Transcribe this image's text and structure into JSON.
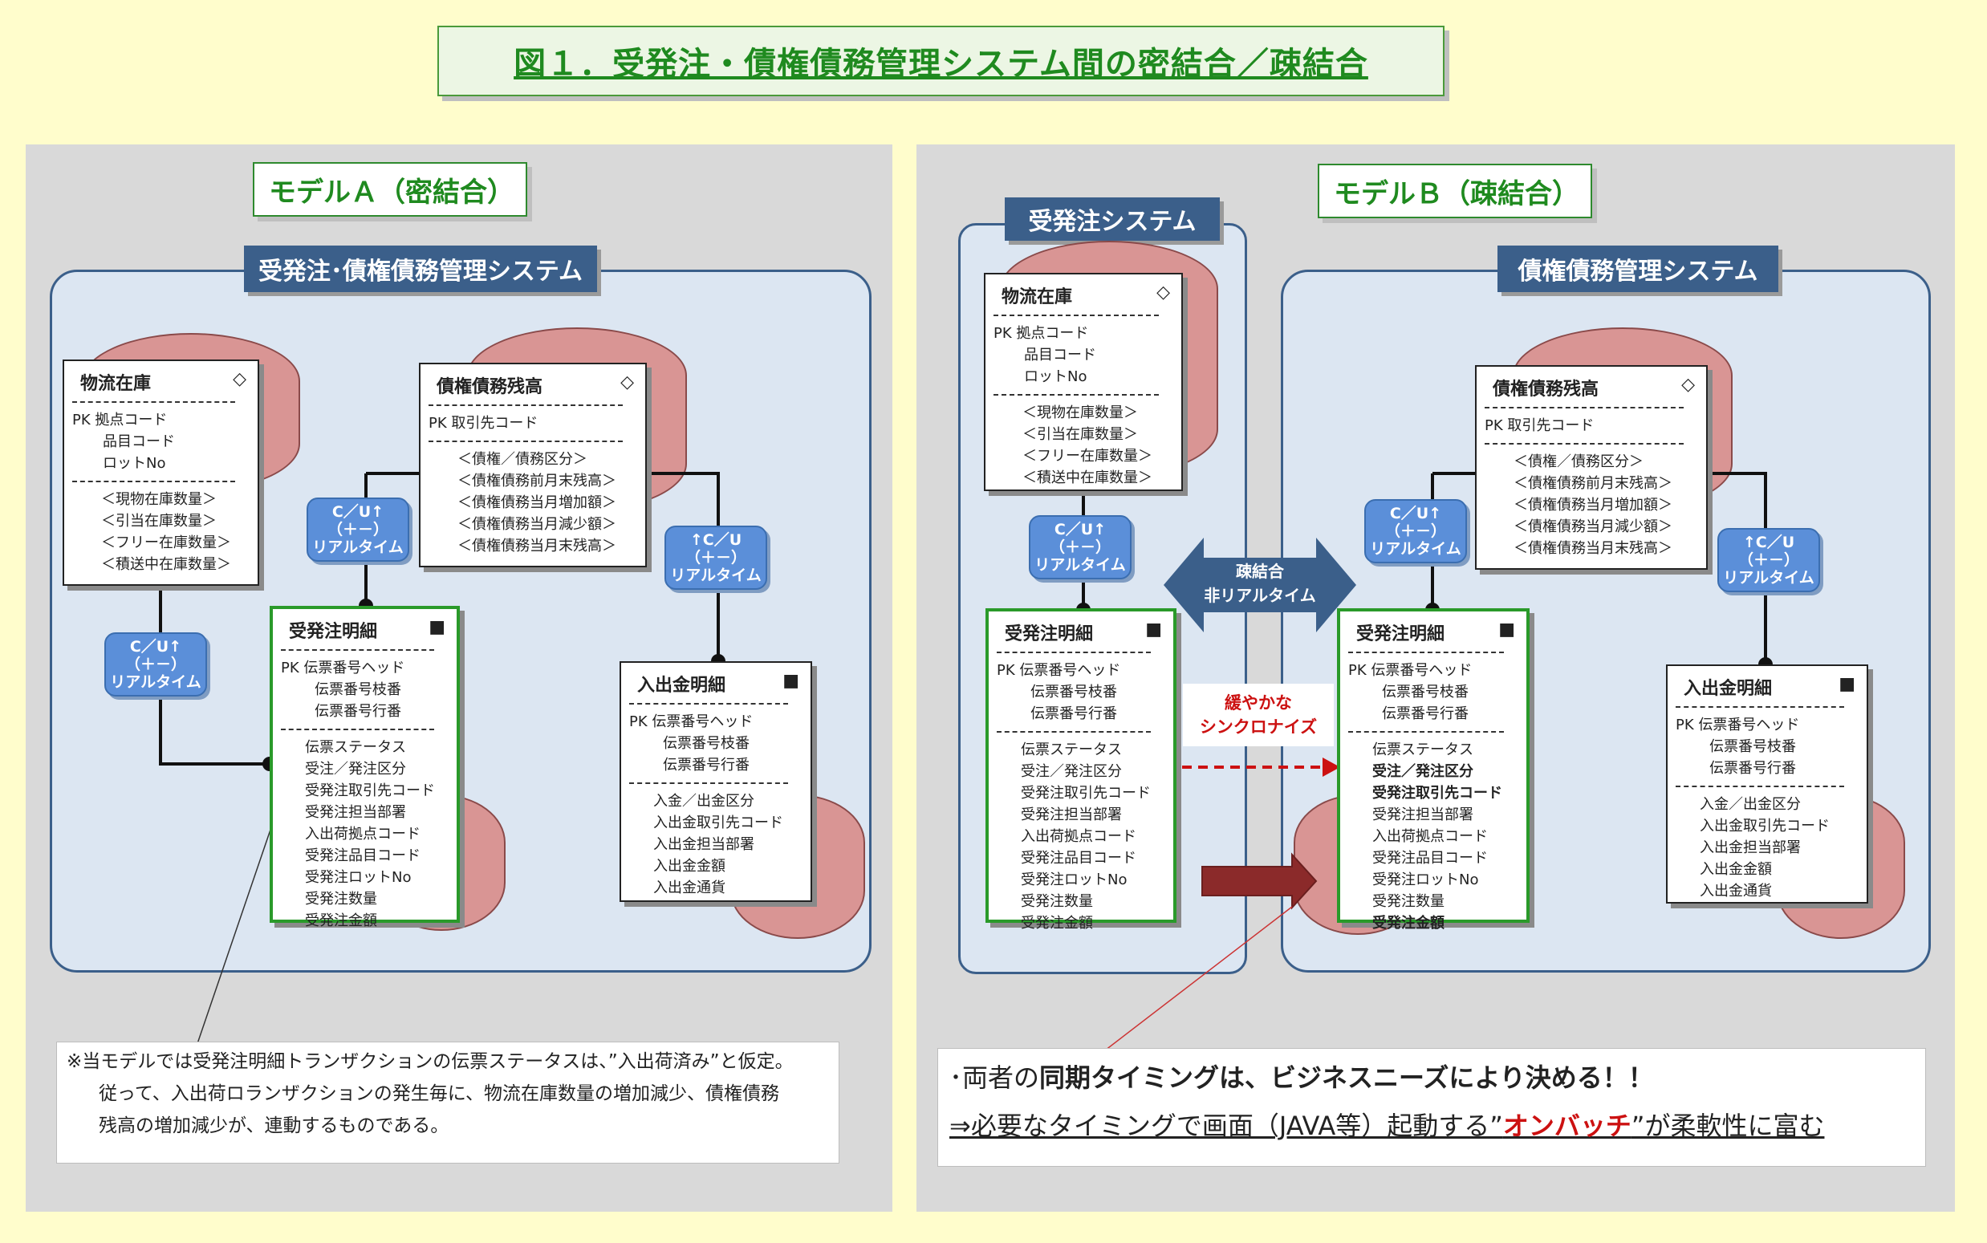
{
  "title": "図１．受発注・債権債務管理システム間の密結合／疎結合",
  "modelA": {
    "label": "モデルＡ（密結合）",
    "system_label": "受発注･債権債務管理システム",
    "note_lines": [
      "※当モデルでは受発注明細トランザクションの伝票ステータスは、”入出荷済み”と仮定。",
      "従って、入出荷ロランザクションの発生毎に、物流在庫数量の増加減少、債権債務",
      "残高の増加減少が、連動するものである。"
    ]
  },
  "modelB": {
    "label": "モデルＢ（疎結合）",
    "order_system_label": "受発注システム",
    "credit_system_label": "債権債務管理システム",
    "coupling_line1": "疎結合",
    "coupling_line2": "非リアルタイム",
    "sync_line1": "緩やかな",
    "sync_line2": "シンクロナイズ",
    "note_line1_pre": "･両者の",
    "note_line1_bold": "同期タイミングは、ビジネスニーズにより決める！！",
    "note_line2_pre": "⇒必要なタイミングで画面（JAVA等）起動する”",
    "note_line2_red": "オンバッチ",
    "note_line2_post": "”が柔軟性に富む"
  },
  "pills": {
    "cu_up": [
      "C／U↑",
      "（＋－）",
      "リアルタイム"
    ],
    "up_cu": [
      "↑C／U",
      "（＋－）",
      "リアルタイム"
    ]
  },
  "entities": {
    "inventory": {
      "title": "物流在庫",
      "marker": "◇",
      "pk": [
        "PK  拠点コード",
        "品目コード",
        "ロットNo"
      ],
      "attrs": [
        "＜現物在庫数量＞",
        "＜引当在庫数量＞",
        "＜フリー在庫数量＞",
        "＜積送中在庫数量＞"
      ]
    },
    "balance": {
      "title": "債権債務残高",
      "marker": "◇",
      "pk": [
        "PK    取引先コード"
      ],
      "attrs": [
        "＜債権／債務区分＞",
        "＜債権債務前月末残高＞",
        "＜債権債務当月増加額＞",
        "＜債権債務当月減少額＞",
        "＜債権債務当月末残高＞"
      ]
    },
    "order_detail": {
      "title": "受発注明細",
      "marker": "■",
      "pk": [
        "PK  伝票番号ヘッド",
        "伝票番号枝番",
        "伝票番号行番"
      ],
      "attrs": [
        "伝票ステータス",
        "受注／発注区分",
        "受発注取引先コード",
        "受発注担当部署",
        "入出荷拠点コード",
        "受発注品目コード",
        "受発注ロットNo",
        "受発注数量",
        "受発注金額"
      ]
    },
    "payment_detail": {
      "title": "入出金明細",
      "marker": "■",
      "pk": [
        "PK  伝票番号ヘッド",
        "伝票番号枝番",
        "伝票番号行番"
      ],
      "attrs": [
        "入金／出金区分",
        "入出金取引先コード",
        "入出金担当部署",
        "入出金金額",
        "入出金通貨"
      ]
    }
  }
}
